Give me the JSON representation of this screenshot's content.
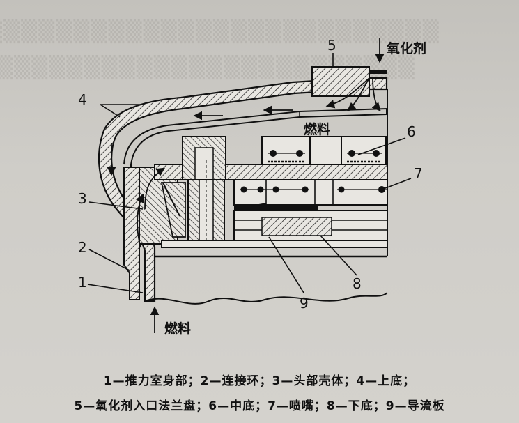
{
  "figure": {
    "labels": {
      "l1": "1",
      "l2": "2",
      "l3": "3",
      "l4": "4",
      "l5": "5",
      "l6": "6",
      "l7": "7",
      "l8": "8",
      "l9": "9"
    },
    "oxidizer_label": "氧化剂",
    "fuel_label_top": "燃料",
    "fuel_label_bottom": "燃料"
  },
  "caption": {
    "line1": "1—推力室身部；2—连接环；3—头部壳体；4—上底；",
    "line2": "5—氧化剂入口法兰盘；6—中底；7—喷嘴；8—下底；9—导流板"
  }
}
